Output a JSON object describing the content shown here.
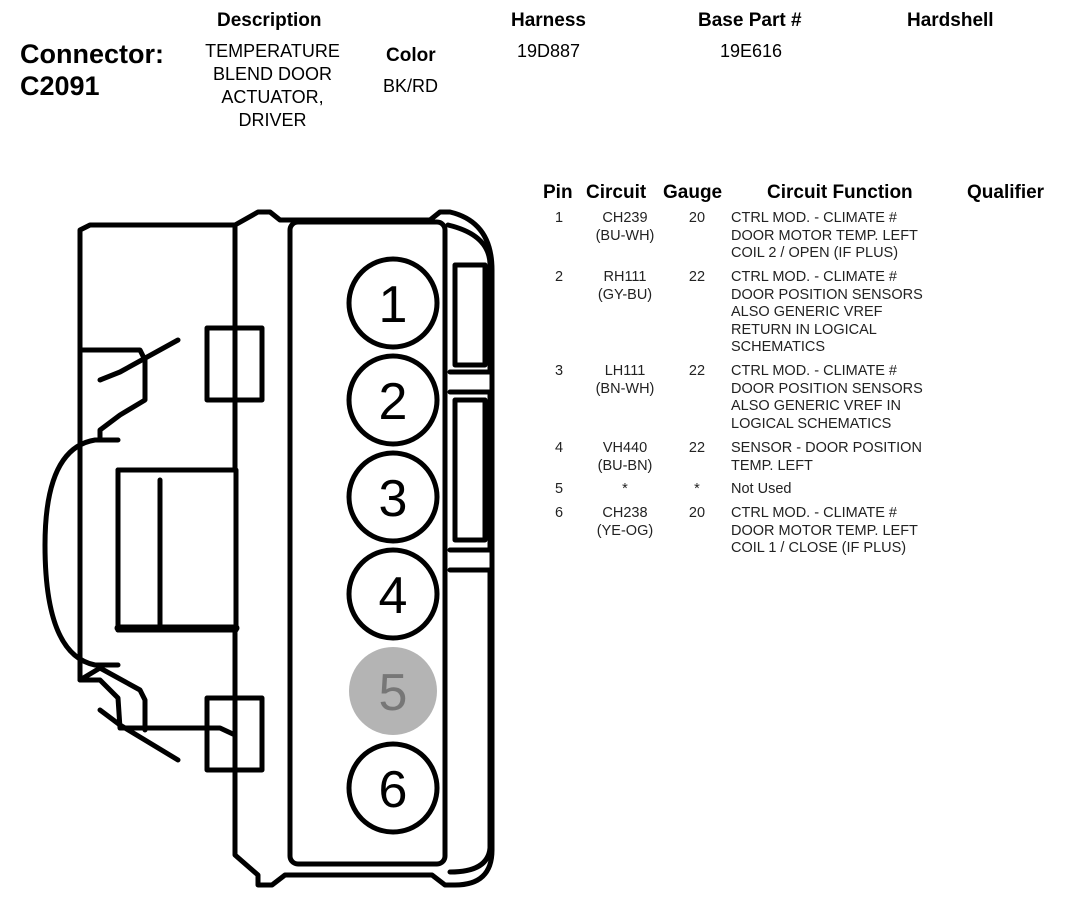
{
  "header": {
    "description_label": "Description",
    "harness_label": "Harness",
    "base_part_label": "Base Part #",
    "hardshell_label": "Hardshell",
    "connector_label": "Connector:",
    "connector_id": "C2091",
    "description_lines": [
      "TEMPERATURE",
      "BLEND DOOR",
      "ACTUATOR,",
      "DRIVER"
    ],
    "color_label": "Color",
    "color_value": "BK/RD",
    "harness_value": "19D887",
    "base_part_value": "19E616"
  },
  "table": {
    "columns": [
      "Pin",
      "Circuit",
      "Gauge",
      "Circuit Function",
      "Qualifier"
    ],
    "rows": [
      {
        "pin": "1",
        "circuit": "CH239",
        "wire_color": "(BU-WH)",
        "gauge": "20",
        "function_lines": [
          "CTRL MOD. - CLIMATE #",
          "DOOR MOTOR TEMP. LEFT",
          "COIL 2 / OPEN (IF PLUS)"
        ]
      },
      {
        "pin": "2",
        "circuit": "RH111",
        "wire_color": "(GY-BU)",
        "gauge": "22",
        "function_lines": [
          "CTRL MOD. - CLIMATE #",
          "DOOR POSITION SENSORS",
          "ALSO GENERIC VREF",
          "RETURN IN LOGICAL",
          "SCHEMATICS"
        ]
      },
      {
        "pin": "3",
        "circuit": "LH111",
        "wire_color": "(BN-WH)",
        "gauge": "22",
        "function_lines": [
          "CTRL MOD. - CLIMATE #",
          "DOOR POSITION SENSORS",
          "ALSO GENERIC VREF IN",
          "LOGICAL SCHEMATICS"
        ]
      },
      {
        "pin": "4",
        "circuit": "VH440",
        "wire_color": "(BU-BN)",
        "gauge": "22",
        "function_lines": [
          "SENSOR - DOOR POSITION",
          "TEMP. LEFT"
        ]
      },
      {
        "pin": "5",
        "circuit": "*",
        "wire_color": "",
        "gauge": "*",
        "function_lines": [
          "Not Used"
        ]
      },
      {
        "pin": "6",
        "circuit": "CH238",
        "wire_color": "(YE-OG)",
        "gauge": "20",
        "function_lines": [
          "CTRL MOD. - CLIMATE #",
          "DOOR MOTOR TEMP. LEFT",
          "COIL 1 / CLOSE (IF PLUS)"
        ]
      }
    ]
  },
  "connector_diagram": {
    "pins": [
      {
        "label": "1",
        "used": true
      },
      {
        "label": "2",
        "used": true
      },
      {
        "label": "3",
        "used": true
      },
      {
        "label": "4",
        "used": true
      },
      {
        "label": "5",
        "used": false
      },
      {
        "label": "6",
        "used": true
      }
    ],
    "colors": {
      "outline": "#000000",
      "unused_fill": "#b4b4b4",
      "unused_text": "#777777"
    }
  }
}
